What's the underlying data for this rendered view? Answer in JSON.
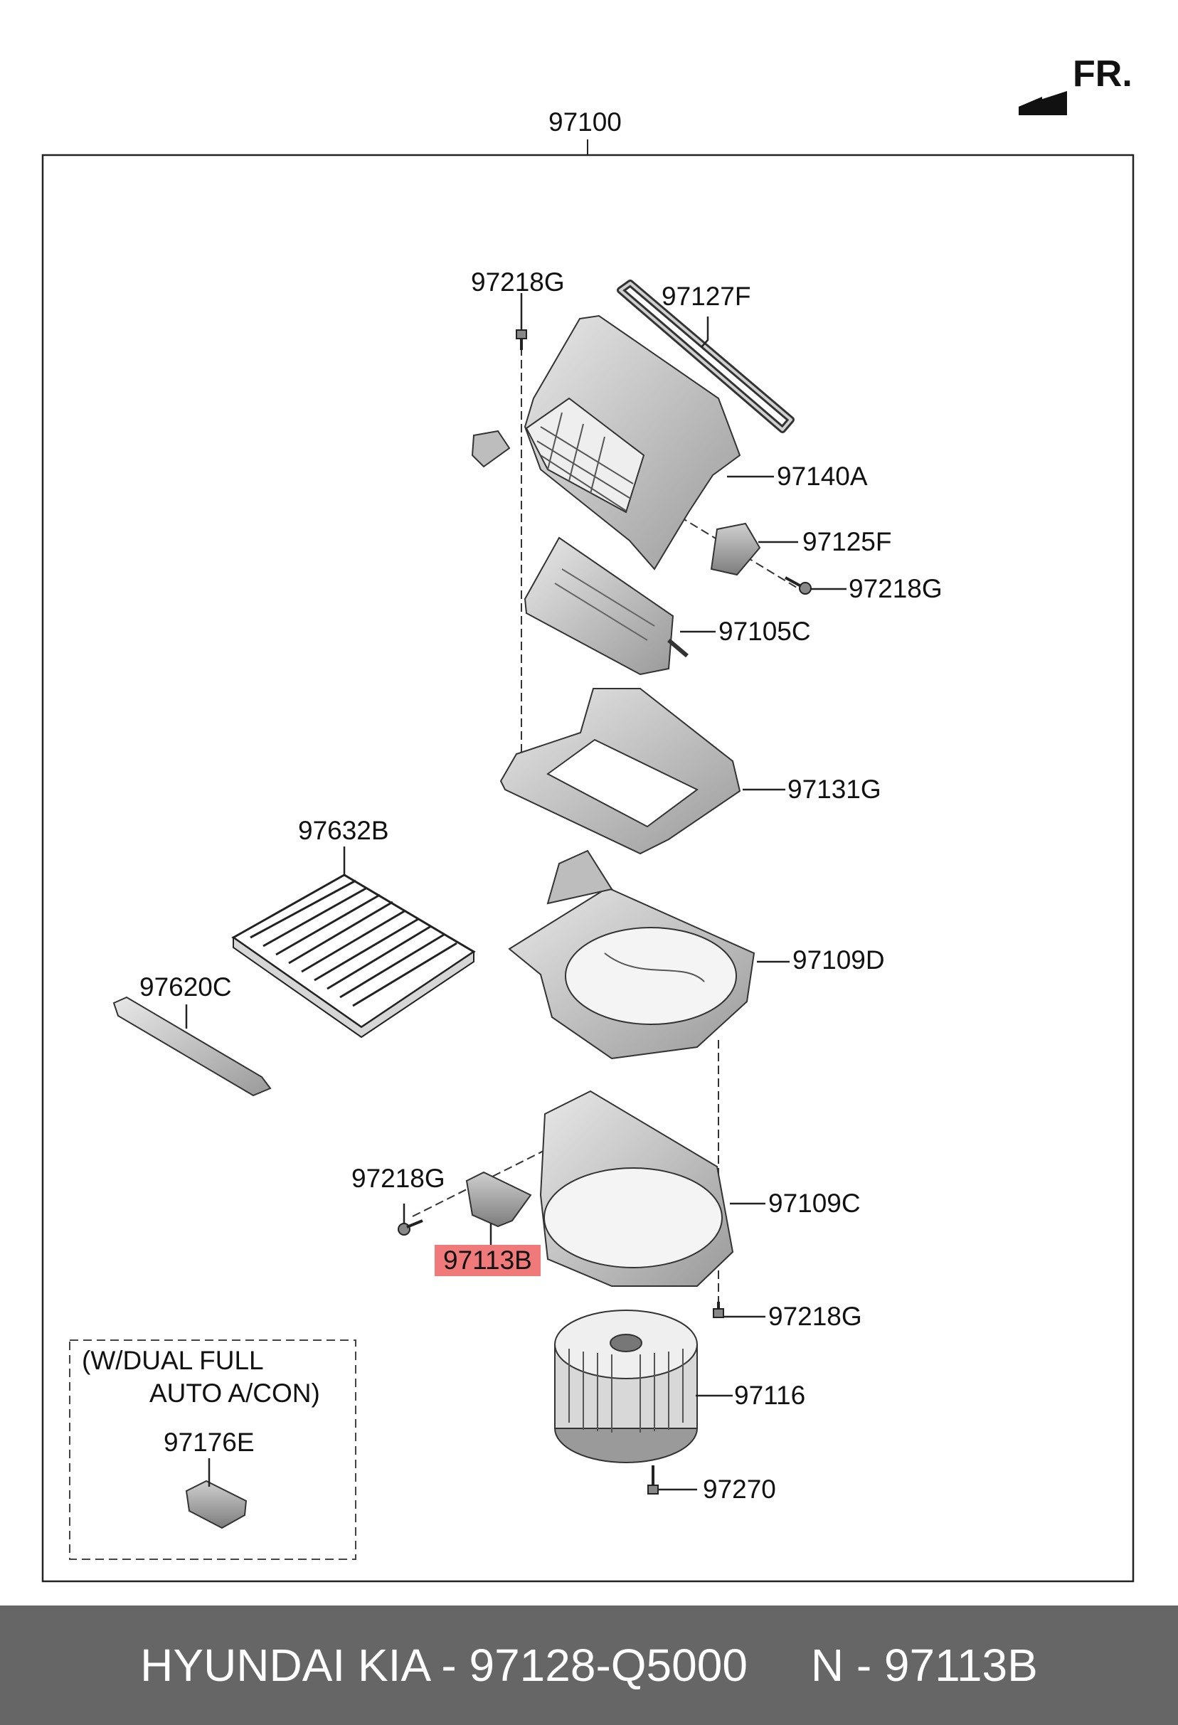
{
  "diagram": {
    "direction_label": "FR.",
    "assembly_label": "97100",
    "callouts": {
      "c97218g_top": "97218G",
      "c97127f": "97127F",
      "c97140a": "97140A",
      "c97125f": "97125F",
      "c97218g_mid": "97218G",
      "c97105c": "97105C",
      "c97131g": "97131G",
      "c97632b": "97632B",
      "c97620c": "97620C",
      "c97109d": "97109D",
      "c97218g_left": "97218G",
      "c97109c": "97109C",
      "c97113b": "97113B",
      "c97218g_low": "97218G",
      "c97116": "97116",
      "c97270": "97270",
      "c97176e": "97176E"
    },
    "highlight_color": "#f07a7a",
    "option_note": {
      "line1": "(W/DUAL FULL",
      "line2": "AUTO A/CON)"
    }
  },
  "footer": {
    "text": "HYUNDAI KIA - 97128-Q5000     N - 97113B",
    "background": "#666666"
  }
}
